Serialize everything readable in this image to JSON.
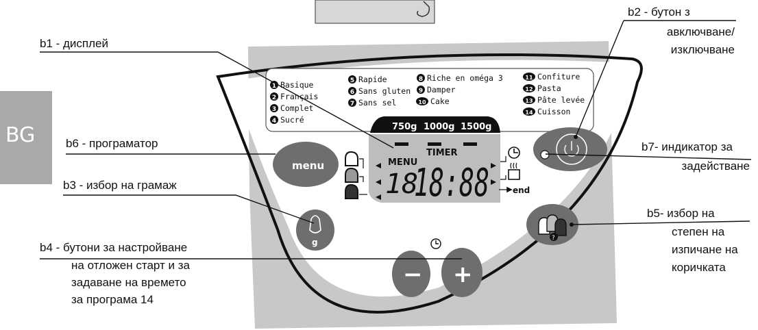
{
  "language_tab": "BG",
  "callouts": {
    "b1": "b1 - дисплей",
    "b2": [
      "b2 - бутон з",
      "авключване/",
      "изключване"
    ],
    "b3": "b3 - избор на грамаж",
    "b4": [
      "b4 - бутони за настройване",
      "на отложен старт и за",
      "задаване на времето",
      "за програма 14"
    ],
    "b5": [
      "b5- избор на",
      "степен на",
      "изпичане на",
      "коричката"
    ],
    "b6": "b6 - програматор",
    "b7": [
      "b7- индикатор за",
      "задействане"
    ]
  },
  "programs": [
    {
      "num": "1",
      "name": "Basique"
    },
    {
      "num": "2",
      "name": "Français"
    },
    {
      "num": "3",
      "name": "Complet"
    },
    {
      "num": "4",
      "name": "Sucré"
    },
    {
      "num": "5",
      "name": "Rapide"
    },
    {
      "num": "6",
      "name": "Sans gluten"
    },
    {
      "num": "7",
      "name": "Sans sel"
    },
    {
      "num": "8",
      "name": "Riche en oméga 3"
    },
    {
      "num": "9",
      "name": "Damper"
    },
    {
      "num": "10",
      "name": "Cake"
    },
    {
      "num": "11",
      "name": "Confiture"
    },
    {
      "num": "12",
      "name": "Pasta"
    },
    {
      "num": "13",
      "name": "Pâte levée"
    },
    {
      "num": "14",
      "name": "Cuisson"
    }
  ],
  "weights": [
    "750g",
    "1000g",
    "1500g"
  ],
  "display": {
    "menu_label": "MENU",
    "timer_label": "TIMER",
    "program_digits": "18",
    "time_digits": "18:88",
    "end_label": "end"
  },
  "buttons": {
    "menu": "menu",
    "weight_letter": "g",
    "minus": "−",
    "plus": "+",
    "crust_hint": "?"
  },
  "colors": {
    "panel_gray": "#c8c8c8",
    "button_gray": "#6e6e6e",
    "display_gray": "#bdbdbd",
    "tab_gray": "#a9a9a9"
  }
}
